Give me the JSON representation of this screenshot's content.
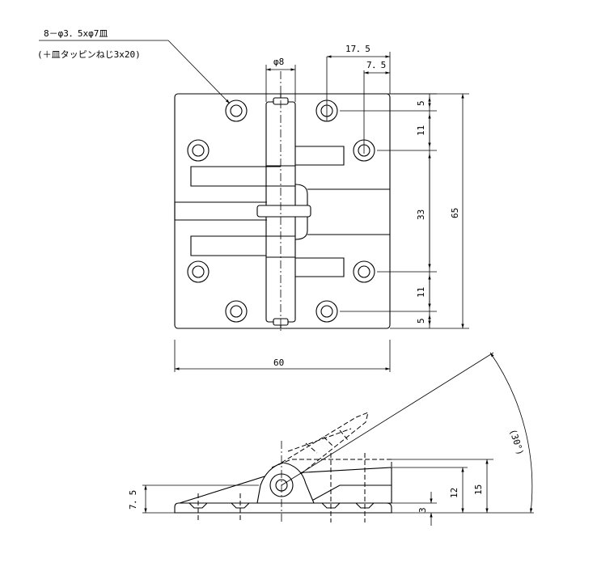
{
  "notes": {
    "hole_spec": "8－φ3．5xφ7皿",
    "screw_spec": "(＋皿タッピンねじ3x20)"
  },
  "dimensions": {
    "pin_dia": "φ8",
    "d_17_5": "17．5",
    "d_7_5_top": "7．5",
    "d_5_top": "5",
    "d_11_top": "11",
    "d_33": "33",
    "d_65": "65",
    "d_11_bottom": "11",
    "d_5_bottom": "5",
    "d_60": "60",
    "d_7_5_side": "7．5",
    "d_12": "12",
    "d_15": "15",
    "d_3": "3",
    "angle": "(30°)"
  },
  "colors": {
    "line": "#000000",
    "background": "#ffffff"
  }
}
